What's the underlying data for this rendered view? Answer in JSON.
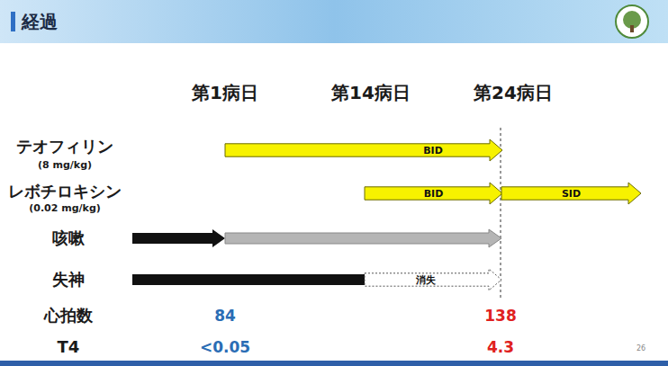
{
  "diagram": {
    "title": "経過",
    "nodes": [
      {
        "text": [
          "BID"
        ]
      },
      {
        "text": [
          "BID"
        ]
      },
      {
        "text": [
          "SID"
        ]
      },
      {
        "text": [
          "消失"
        ]
      }
    ],
    "labels": [
      "第1病日",
      "第14病日",
      "第24病日",
      "テオフィリン",
      "(8 mg/kg)",
      "レボチロキシン",
      "(0.02 mg/kg)",
      "咳嗽",
      "失神",
      "心拍数",
      "84",
      "138",
      "T4",
      "<0.05",
      "4.3",
      "26"
    ]
  }
}
